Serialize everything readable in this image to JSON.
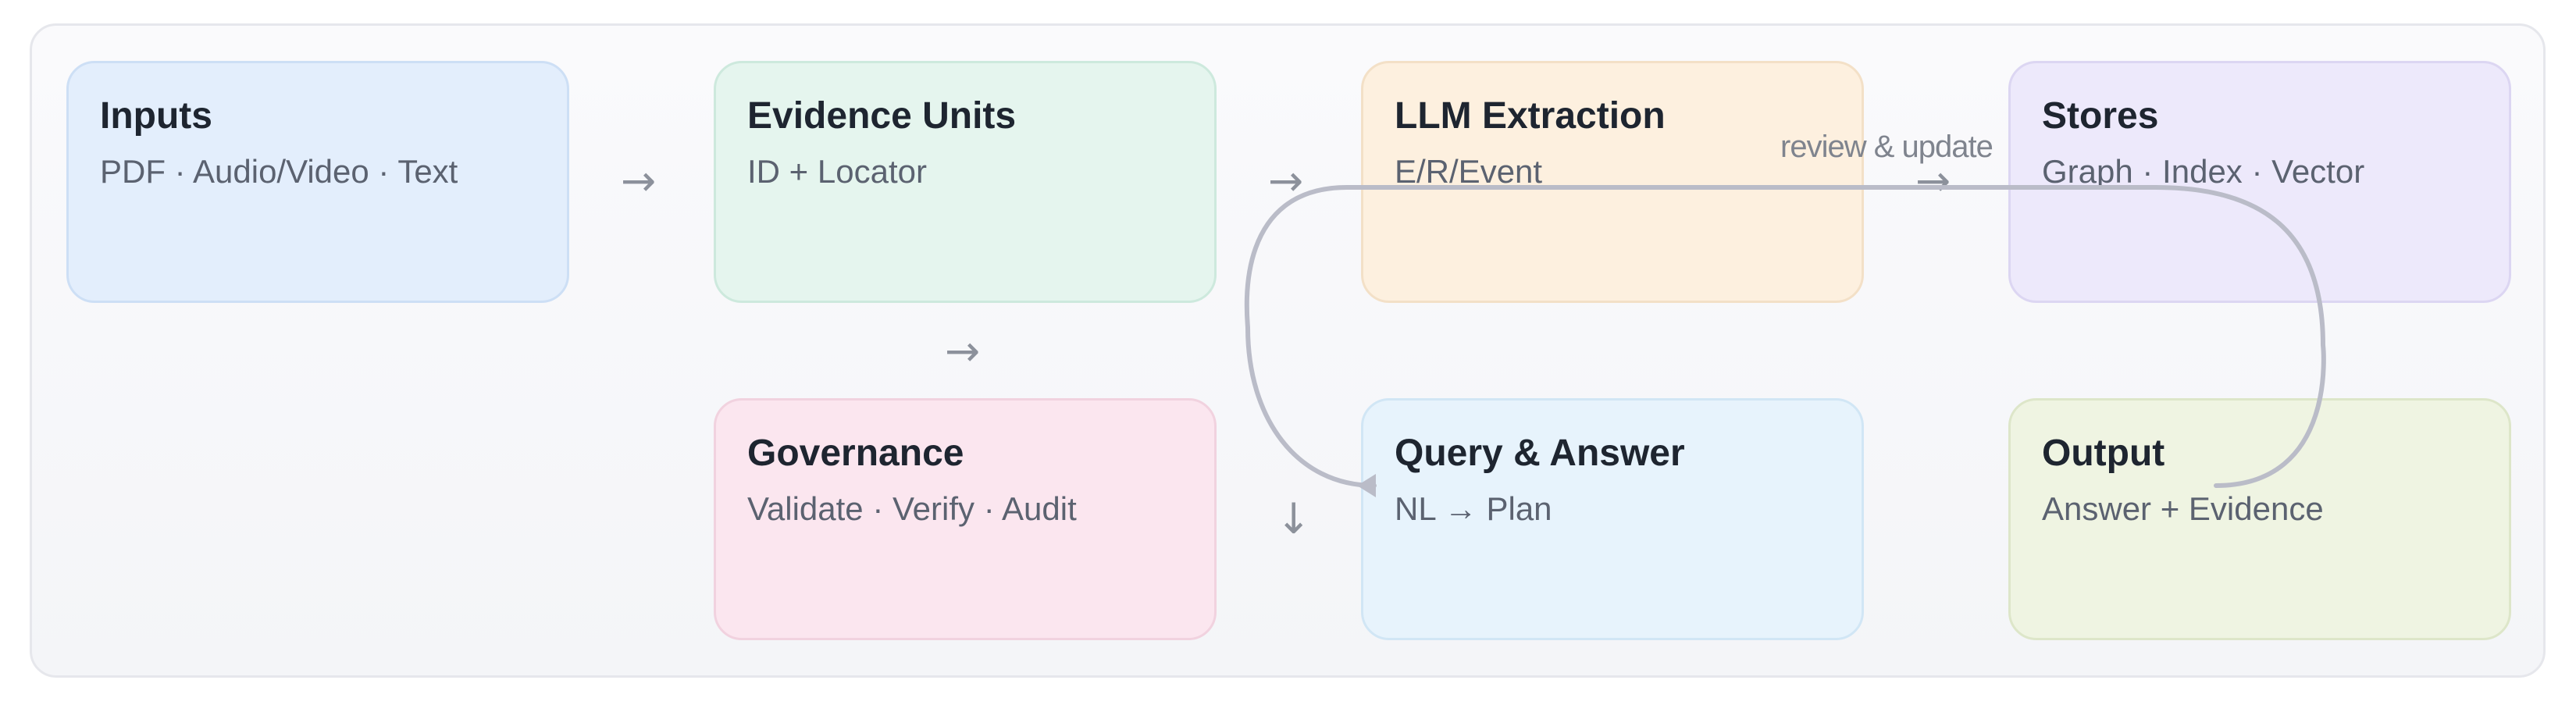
{
  "cards": {
    "inputs": {
      "title": "Inputs",
      "subtitle": "PDF · Audio/Video · Text"
    },
    "evidence": {
      "title": "Evidence Units",
      "subtitle": "ID + Locator"
    },
    "llm": {
      "title": "LLM Extraction",
      "subtitle": "E/R/Event"
    },
    "stores": {
      "title": "Stores",
      "subtitle": "Graph · Index · Vector"
    },
    "governance": {
      "title": "Governance",
      "subtitle": "Validate · Verify · Audit"
    },
    "query": {
      "title": "Query & Answer",
      "subtitle": "NL → Plan"
    },
    "output": {
      "title": "Output",
      "subtitle": "Answer + Evidence"
    }
  },
  "arrows": {
    "right": "→",
    "down": "↓"
  },
  "feedback_loop": {
    "label": "review & update",
    "color": "#babcc8"
  },
  "icons": {
    "flow_arrow": "arrow-right-icon",
    "down_arrow": "arrow-down-icon",
    "loop_arrowhead": "arrowhead-left-icon"
  }
}
